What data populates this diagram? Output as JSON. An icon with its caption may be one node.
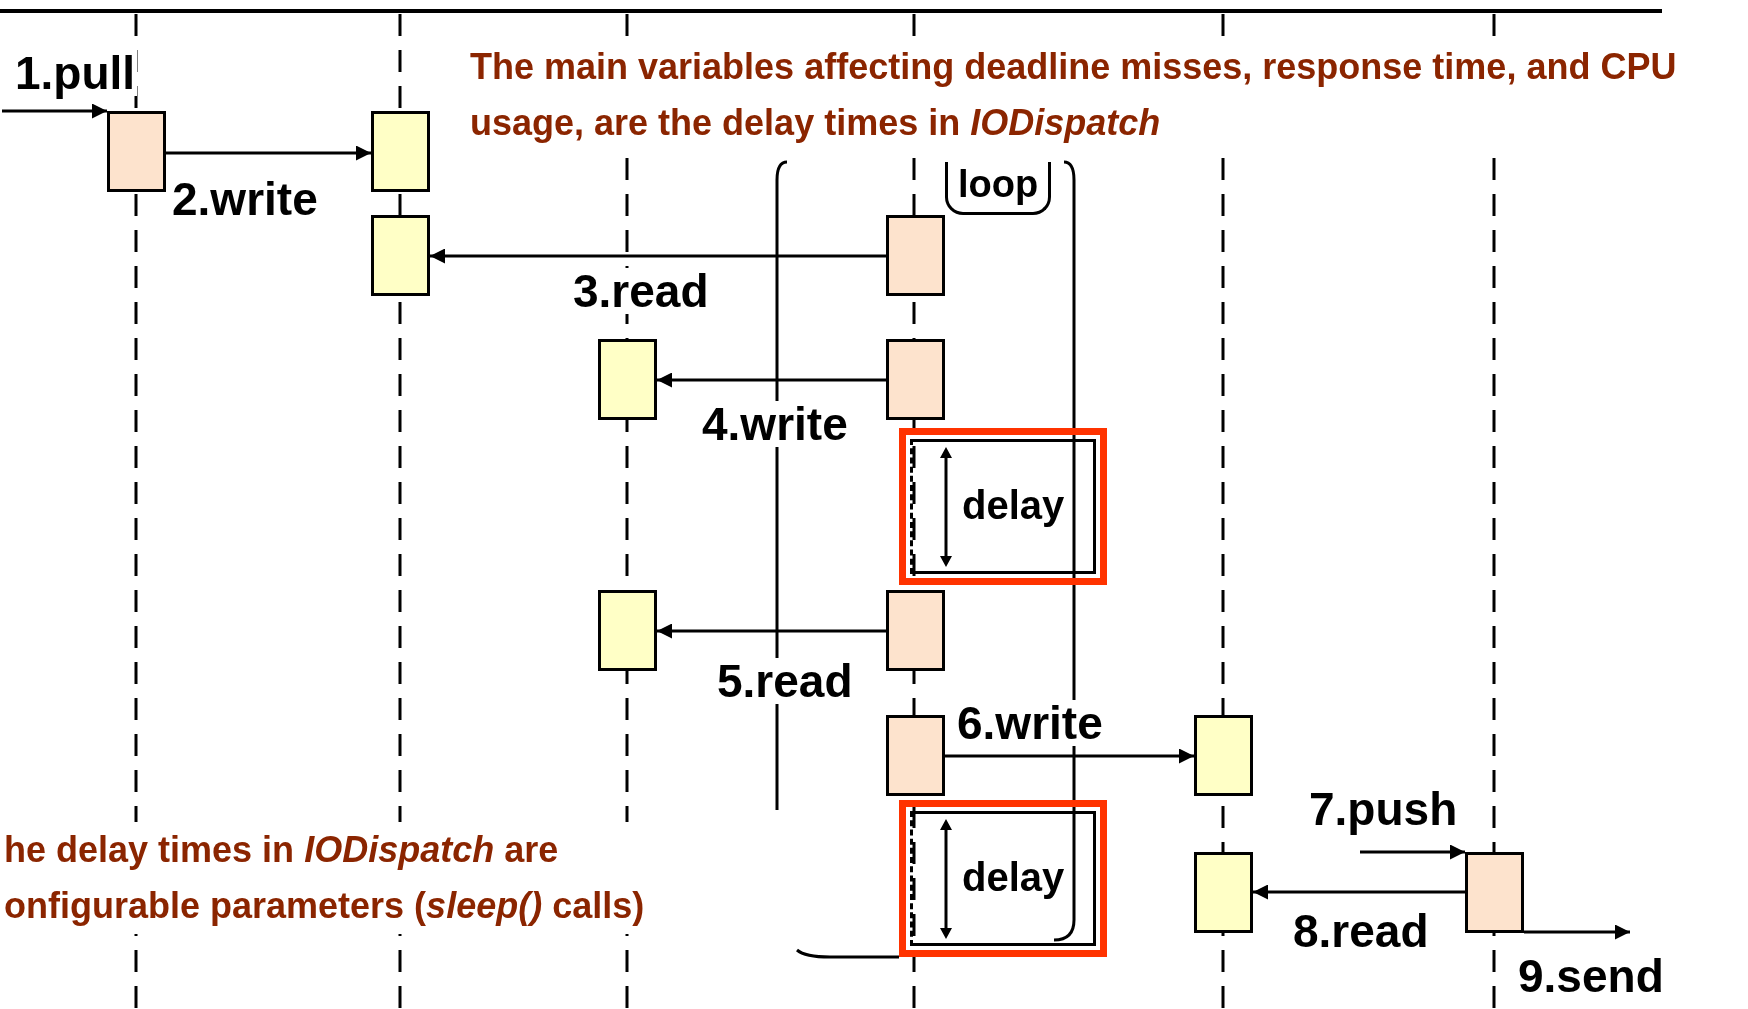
{
  "diagram": {
    "nodes": [
      {
        "text": [],
        "shape": "box"
      },
      {
        "text": [],
        "shape": "box"
      },
      {
        "text": [
          "loop"
        ]
      },
      {
        "text": [],
        "shape": "box"
      },
      {
        "text": [],
        "shape": "box"
      },
      {
        "text": [],
        "shape": "box"
      },
      {
        "text": [],
        "shape": "box"
      },
      {
        "text": [
          "delay"
        ]
      },
      {
        "text": [],
        "shape": "box"
      },
      {
        "text": [],
        "shape": "box"
      },
      {
        "text": [],
        "shape": "box"
      },
      {
        "text": [],
        "shape": "box"
      },
      {
        "text": [
          "delay"
        ]
      },
      {
        "text": [],
        "shape": "box"
      },
      {
        "text": [],
        "shape": "box"
      }
    ],
    "edges": [
      {
        "from": null,
        "to": 0,
        "arrow": "to",
        "label": "1.pull"
      },
      {
        "from": 0,
        "to": 1,
        "arrow": "to",
        "label": "2.write"
      },
      {
        "from": 4,
        "to": 3,
        "arrow": "to",
        "label": "3.read"
      },
      {
        "from": 6,
        "to": 5,
        "arrow": "to",
        "label": "4.write"
      },
      {
        "from": 9,
        "to": 8,
        "arrow": "to",
        "label": "5.read"
      },
      {
        "from": 10,
        "to": 11,
        "arrow": "to",
        "label": "6.write"
      },
      {
        "from": null,
        "to": 13,
        "arrow": "to",
        "label": "7.push"
      },
      {
        "from": 13,
        "to": 14,
        "arrow": "to",
        "label": "8.read"
      },
      {
        "from": 13,
        "to": null,
        "arrow": "to",
        "label": "9.send"
      }
    ],
    "labels": [
      "The main variables affecting deadline misses, response time, and CPU usage, are the delay times in *IODispatch*",
      "he delay times in *IODispatch* are onfigurable parameters (*sleep()* calls)"
    ]
  }
}
